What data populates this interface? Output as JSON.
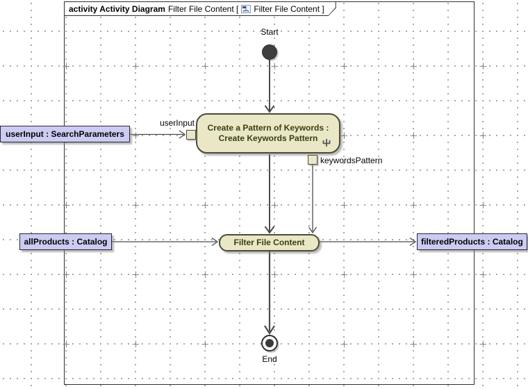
{
  "frame": {
    "title_bold": "activity Activity Diagram",
    "title_mid": "Filter File Content [",
    "title_end": "Filter File Content ]"
  },
  "nodes": {
    "start_label": "Start",
    "end_label": "End",
    "action_create_line1": "Create a Pattern of Keywords :",
    "action_create_line2": "Create Keywords Pattern",
    "action_filter_label": "Filter File Content"
  },
  "pins": {
    "input_label": "userInput",
    "output_label": "keywordsPattern"
  },
  "parameter_nodes": {
    "user_input": "userInput : SearchParameters",
    "all_products": "allProducts : Catalog",
    "filtered_products": "filteredProducts : Catalog"
  },
  "colors": {
    "action_fill": "#e9e7c6",
    "action_border": "#4b4b38",
    "action_text": "#3c3c14",
    "param_fill": "#ccccf2",
    "edge": "#4a4a4a",
    "final_node_fill": "#3f3f3f",
    "grid_dot": "#8a8a8a"
  }
}
